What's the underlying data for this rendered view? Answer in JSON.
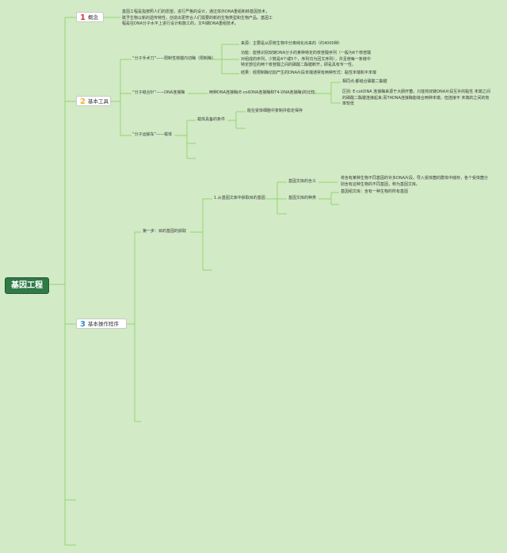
{
  "root": "基因工程",
  "nodes": [
    {
      "num": "1",
      "label": "概念",
      "color": "#d8343a"
    },
    {
      "num": "2",
      "label": "基本工具",
      "color": "#f0b428"
    },
    {
      "num": "3",
      "label": "基本操作程序",
      "color": "#2f8fd8"
    }
  ],
  "concept": "基因工程是指按照人们的愿望，进行严格的设计，通过体外DNA重组和转基因技术，赋予生物以新的遗传特性，创造出更符合人们需要的新的生物类型和生物产品。基因工程是在DNA分子水平上进行设计和施工的，又叫做DNA重组技术。",
  "tools": {
    "knife": "“分子手术刀”——限制性核酸内切酶（限制酶）",
    "knife_details": [
      "来源：主要是从原核生物中分离纯化出来的（约4000种）",
      "功能：能够识别双链DNA分子的某种特定的核苷酸序列（一般为6个核苷酸对组成的序列，少数是4个或5个，序列均为回文序列），并且使每一条链中特定部位的两个核苷酸之间的磷酸二酯键断开，即是具有专一性。",
      "结果：经限制酶切割产生的DNA片段末端通常有两种形式：黏性末端和平末端"
    ],
    "needle": "“分子缝合针”——DNA连接酶",
    "ligase_types": "两种DNA连接酶(E·coliDNA连接酶和T4-DNA连接酶)的比较:",
    "ligase_common": "相同点:都缝合磷酸二酯键",
    "ligase_diff": "区别: E·coliDNA 连接酶来源于大肠杆菌，只能将双链DNA片段互补的黏性 末端之间的磷酸二酯键连接起来;而T4DNA连接酶能缝合两种末端，但连接平 末端的之间的效率较低",
    "vehicle": "“分子运输车”——载体",
    "vehicle_cond": "载体具备的条件",
    "vehicle_cond1": "能在受体细胞中复制并稳定保存"
  },
  "procedure": {
    "step1": "第一步：目的基因的获取",
    "sub1": "1.从基因文库中获取目的基因",
    "lib_meaning": "基因文库的含义",
    "lib_meaning_text": "将含有某种生物不同基因的许多DNA片段，导入受体菌的群体中储存，各个受体菌分别含有这种生物的不同基因，称为基因文库。",
    "lib_types": "基因文库的种类",
    "lib_type1": "基因组文库：含有一种生物的所有基因"
  }
}
